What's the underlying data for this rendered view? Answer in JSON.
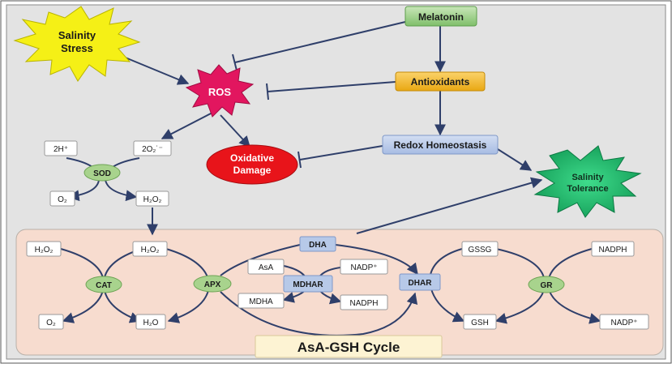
{
  "nodes": {
    "salinity_stress": "Salinity Stress",
    "ros": "ROS",
    "melatonin": "Melatonin",
    "antioxidants": "Antioxidants",
    "redox_homeostasis": "Redox Homeostasis",
    "oxidative_damage": "Oxidative Damage",
    "salinity_tolerance": "Salinity Tolerance"
  },
  "sod_reaction": {
    "two_h": "2H⁺",
    "two_o2": "2O₂˙⁻",
    "sod": "SOD",
    "o2": "O₂",
    "h2o2": "H₂O₂"
  },
  "cycle": {
    "title": "AsA-GSH Cycle",
    "cat_h2o2": "H₂O₂",
    "cat": "CAT",
    "cat_o2": "O₂",
    "apx_h2o2": "H₂O₂",
    "apx": "APX",
    "h2o": "H₂O",
    "dha": "DHA",
    "asa": "AsA",
    "mdhar": "MDHAR",
    "mdha": "MDHA",
    "nadp_plus_1": "NADP⁺",
    "nadph_1": "NADPH",
    "dhar": "DHAR",
    "gssg": "GSSG",
    "gsh": "GSH",
    "gr": "GR",
    "nadph_2": "NADPH",
    "nadp_plus_2": "NADP⁺"
  },
  "colors": {
    "background": "#e3e3e3",
    "cycle_fill": "#f7dccf",
    "arrow": "#2f3f6a",
    "ros": "#e2165f",
    "salinity_stress": "#f5f016",
    "salinity_tolerance": "#19b867",
    "melatonin": "#8fc97c",
    "antioxidants": "#f2b61a",
    "redox": "#b7c9e8",
    "oxidative_damage": "#e8141a",
    "enzyme_green": "#a8d38d"
  }
}
